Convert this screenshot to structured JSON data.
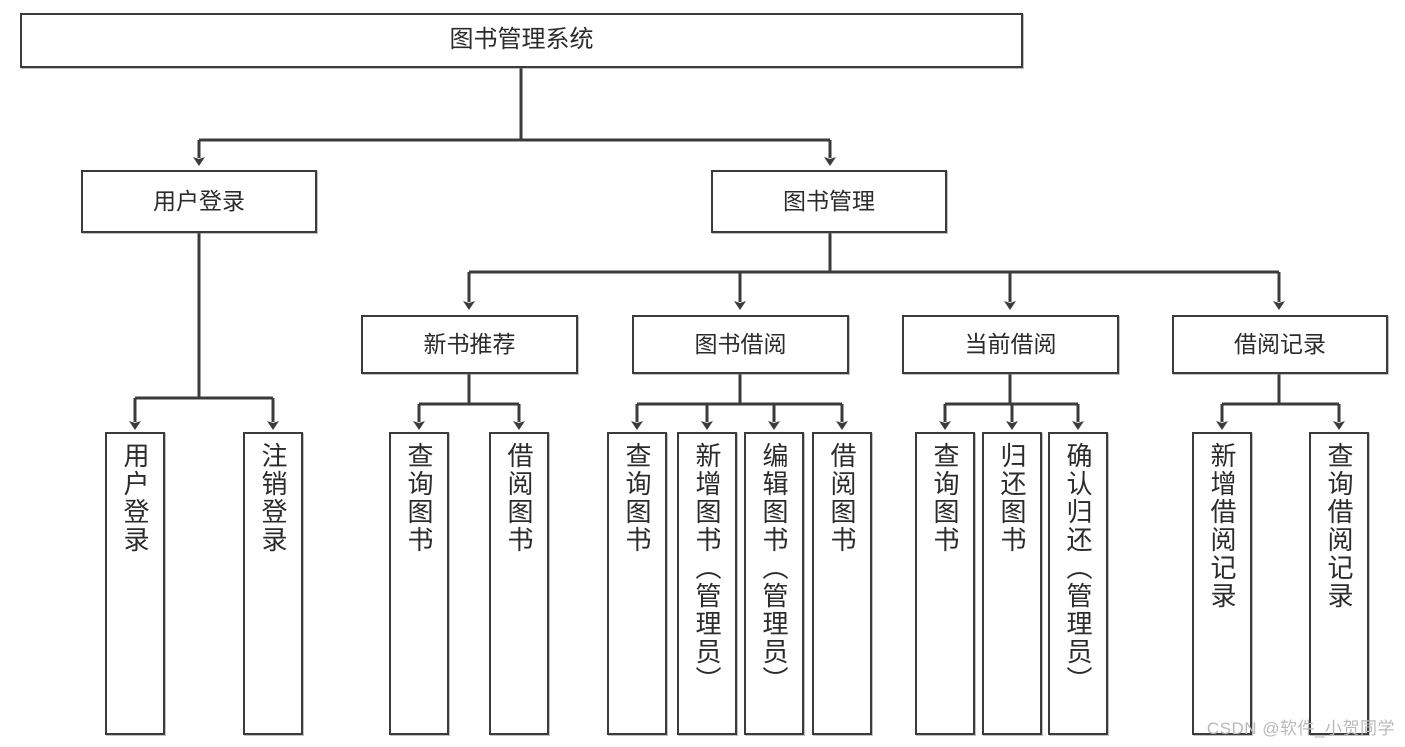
{
  "diagram": {
    "title": "图书管理系统",
    "watermark": "CSDN @软件_小贺同学",
    "colors": {
      "stroke": "#3b3b3b",
      "fill": "#ffffff",
      "text": "#2b2b2b",
      "watermark": "#b9b9b9"
    },
    "nodes": {
      "root": {
        "label": "图书管理系统"
      },
      "level2": [
        {
          "label": "用户登录"
        },
        {
          "label": "图书管理"
        }
      ],
      "level3": [
        {
          "label": "新书推荐"
        },
        {
          "label": "图书借阅"
        },
        {
          "label": "当前借阅"
        },
        {
          "label": "借阅记录"
        }
      ],
      "leaves": {
        "user_login": [
          {
            "label": "用户登录"
          },
          {
            "label": "注销登录"
          }
        ],
        "new_book": [
          {
            "label": "查询图书"
          },
          {
            "label": "借阅图书"
          }
        ],
        "book_borrow": [
          {
            "label": "查询图书"
          },
          {
            "label": "新增图书（管理员）"
          },
          {
            "label": "编辑图书（管理员）"
          },
          {
            "label": "借阅图书"
          }
        ],
        "current_borrow": [
          {
            "label": "查询图书"
          },
          {
            "label": "归还图书"
          },
          {
            "label": "确认归还（管理员）"
          }
        ],
        "borrow_record": [
          {
            "label": "新增借阅记录"
          },
          {
            "label": "查询借阅记录"
          }
        ]
      }
    }
  }
}
